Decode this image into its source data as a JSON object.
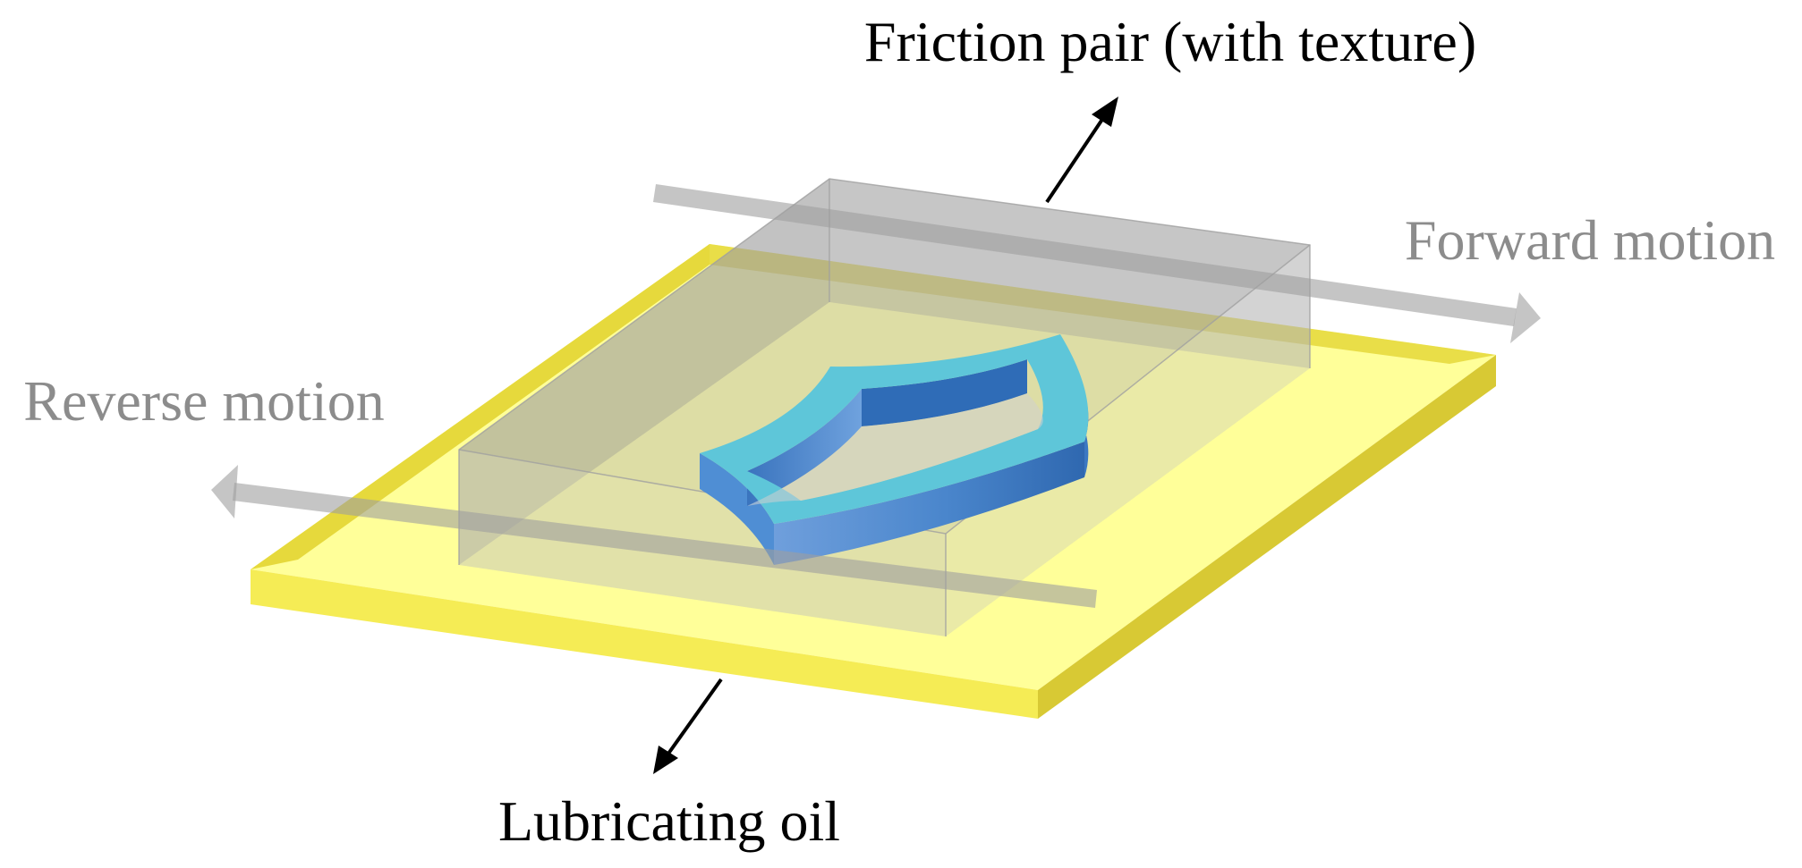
{
  "labels": {
    "friction_pair": "Friction pair (with texture)",
    "forward_motion": "Forward motion",
    "reverse_motion": "Reverse motion",
    "lubricating_oil": "Lubricating oil"
  },
  "colors": {
    "oil_top": "#FFFF99",
    "oil_front": "#F5EC55",
    "oil_side": "#D8C934",
    "block": "#B4B4B4",
    "texture_top": "#5EC6D9",
    "texture_wall": "#4A86CC",
    "motion_arrow": "#9E9E9E",
    "label_dark": "#000000",
    "label_gray": "#8C8C8C"
  }
}
